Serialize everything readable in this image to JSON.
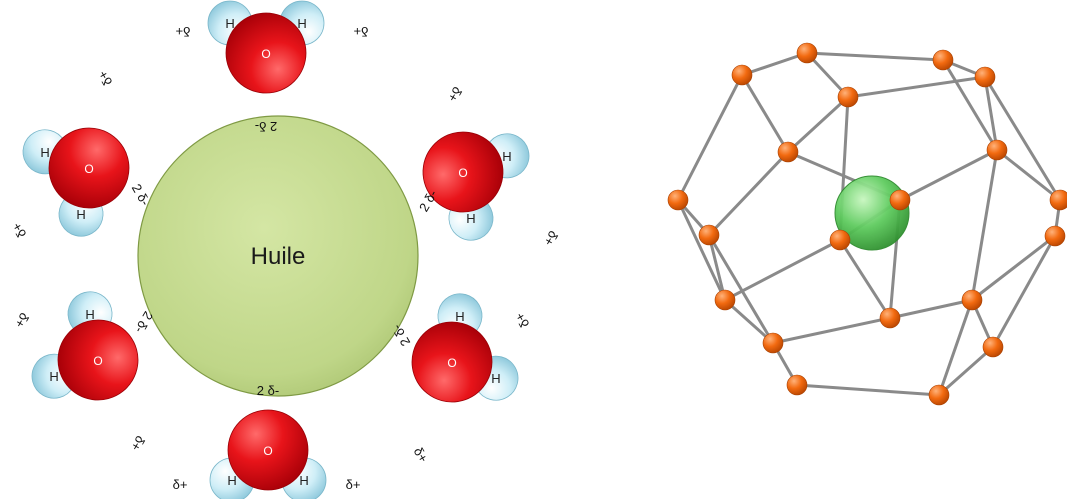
{
  "oil": {
    "label": "Huile",
    "fill": "#c2d98a"
  },
  "atoms": {
    "oxygen": "O",
    "hydrogen": "H"
  },
  "colors": {
    "oxygen": "#e8141a",
    "hydrogen": "#bfe6f2",
    "cage_node": "#f26a10",
    "cage_bond": "#8a8a8a",
    "guest": "#5ecb5e"
  },
  "charges": {
    "negative": "2 δ-",
    "positive": "δ+"
  },
  "molecules": [
    {
      "id": "top"
    },
    {
      "id": "upper-right"
    },
    {
      "id": "lower-right"
    },
    {
      "id": "bottom"
    },
    {
      "id": "lower-left"
    },
    {
      "id": "upper-left"
    }
  ]
}
